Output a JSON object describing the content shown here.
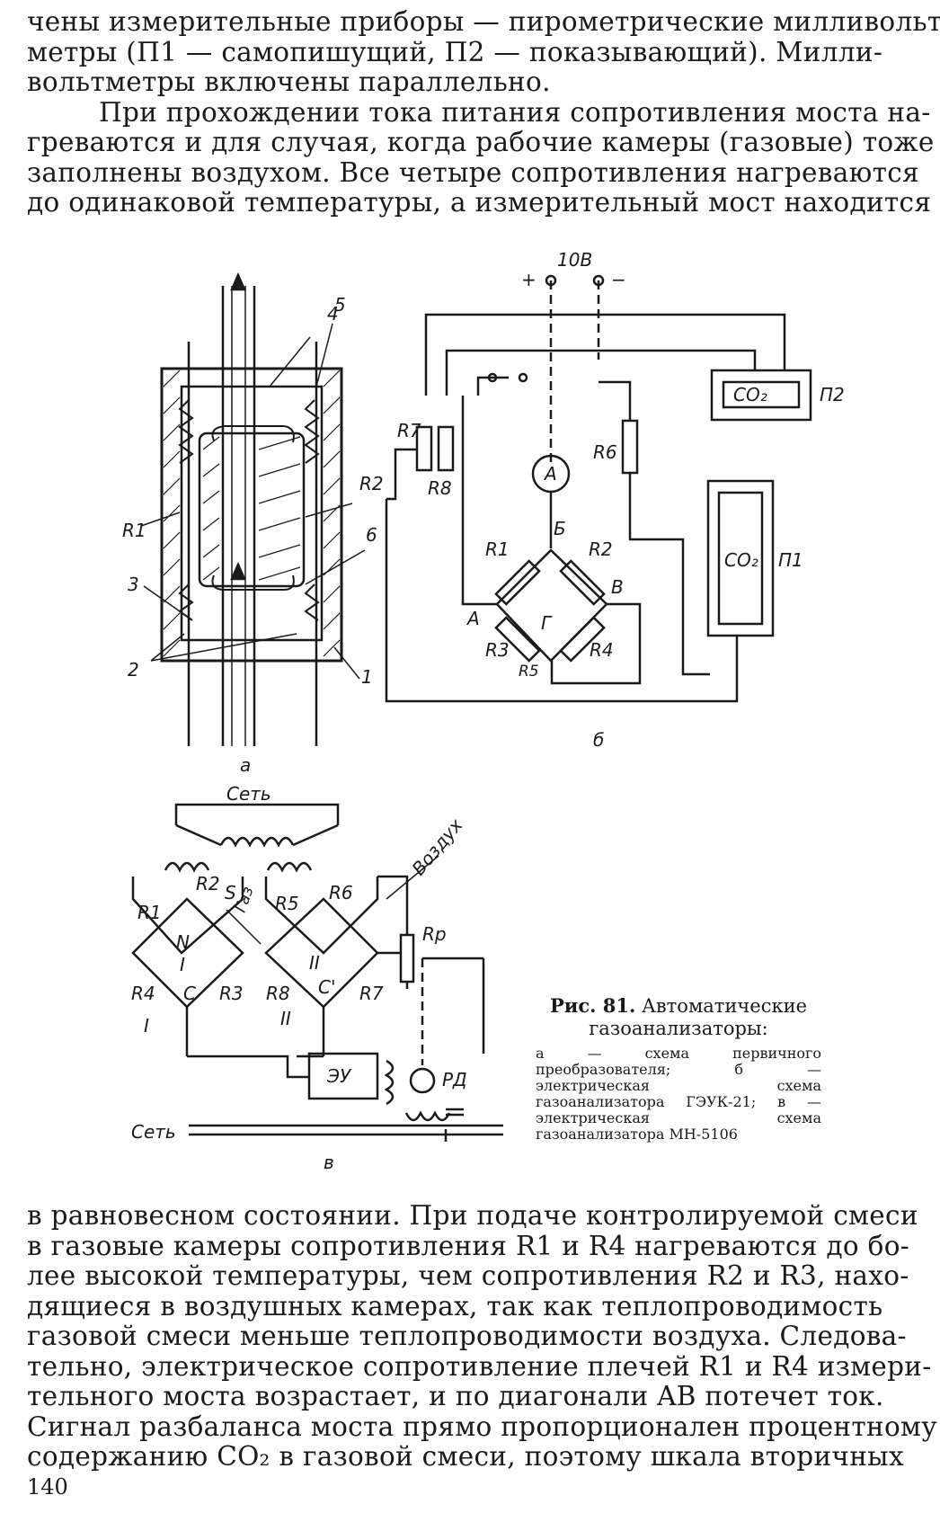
{
  "page": {
    "number": "140",
    "top_lines": [
      "чены измерительные приборы — пирометрические милливольт-",
      "метры (П1 — самопишущий, П2 — показывающий). Милли-",
      "вольтметры включены параллельно.",
      "При прохождении тока питания сопротивления моста на-",
      "греваются и для случая, когда рабочие камеры (газовые) тоже",
      "заполнены воздухом. Все четыре сопротивления нагреваются",
      "до одинаковой температуры, а измерительный мост находится"
    ],
    "bottom_lines": [
      "в равновесном состоянии. При подаче контролируемой смеси",
      "в газовые камеры сопротивления R1 и R4 нагреваются до бо-",
      "лее высокой температуры, чем сопротивления R2 и R3, нахо-",
      "дящиеся в воздушных камерах, так как теплопроводимость",
      "газовой смеси меньше теплопроводимости воздуха. Следова-",
      "тельно, электрическое сопротивление плечей R1 и R4 измери-",
      "тельного моста возрастает, и по диагонали AB потечет ток.",
      "Сигнал разбаланса моста прямо пропорционален процентному",
      "содержанию CO₂ в газовой смеси, поэтому шкала вторичных"
    ]
  },
  "figure": {
    "caption_number": "Рис. 81.",
    "caption_title": "Автоматические газоанализаторы:",
    "caption_body": "а — схема первичного преобразователя; б — электрическая схема газоанализатора ГЭУК-21; в — электрическая схема газоанализатора МН-5106",
    "part_a": {
      "sublabel": "а",
      "labels": [
        "4",
        "5",
        "R2",
        "R1",
        "6",
        "3",
        "2",
        "1"
      ]
    },
    "part_b": {
      "sublabel": "б",
      "supply": "10В",
      "plus": "+",
      "minus": "−",
      "labels": [
        "R7",
        "R8",
        "R6",
        "A",
        "Б",
        "R1",
        "R2",
        "B",
        "A",
        "Г",
        "R3",
        "R4",
        "R5"
      ],
      "meter1_value": "CO₂",
      "meter1_label": "П2",
      "meter2_value": "CO₂",
      "meter2_label": "П1"
    },
    "part_c": {
      "sublabel": "в",
      "network_top": "Сеть",
      "network_bottom": "Сеть",
      "air": "Воздух",
      "gas": "Газ",
      "labels": [
        "R2",
        "S",
        "R1",
        "N",
        "I",
        "R4",
        "C",
        "R3",
        "I",
        "R5",
        "R6",
        "II",
        "R8",
        "C'",
        "R7",
        "II",
        "Rp",
        "ЭУ",
        "РД"
      ]
    }
  }
}
